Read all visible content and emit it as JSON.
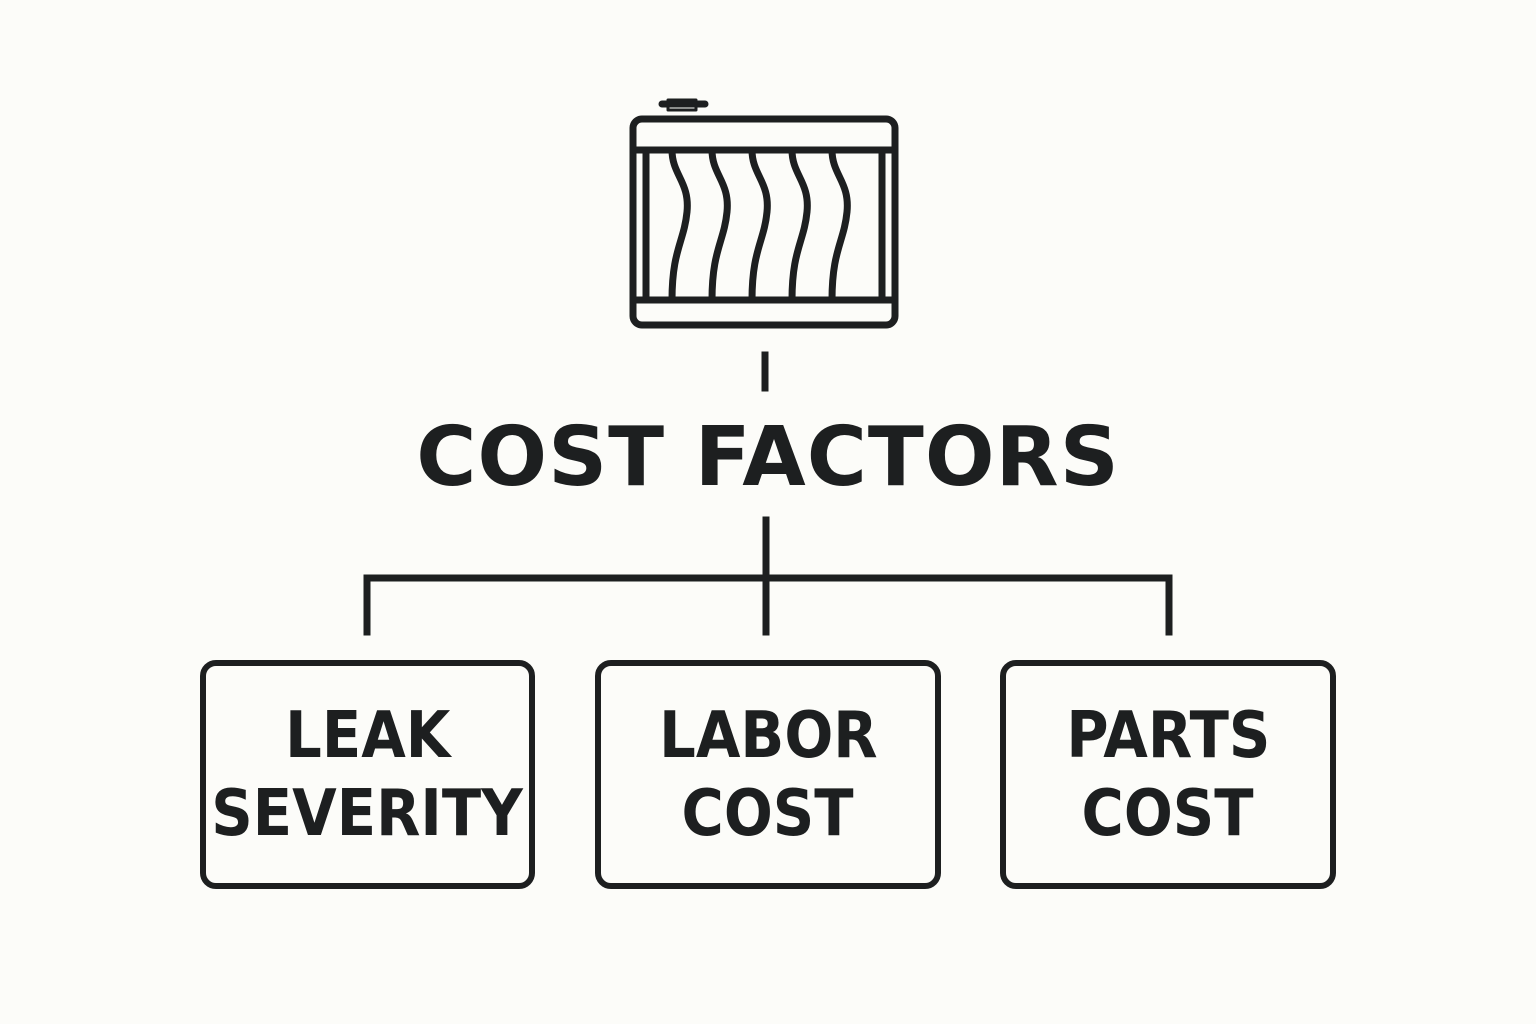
{
  "colors": {
    "background": "#fcfcf9",
    "ink": "#1d1f20"
  },
  "header": {
    "icon": "radiator-icon",
    "title": "COST FACTORS"
  },
  "factors": [
    {
      "line1": "LEAK",
      "line2": "SEVERITY"
    },
    {
      "line1": "LABOR",
      "line2": "COST"
    },
    {
      "line1": "PARTS",
      "line2": "COST"
    }
  ]
}
